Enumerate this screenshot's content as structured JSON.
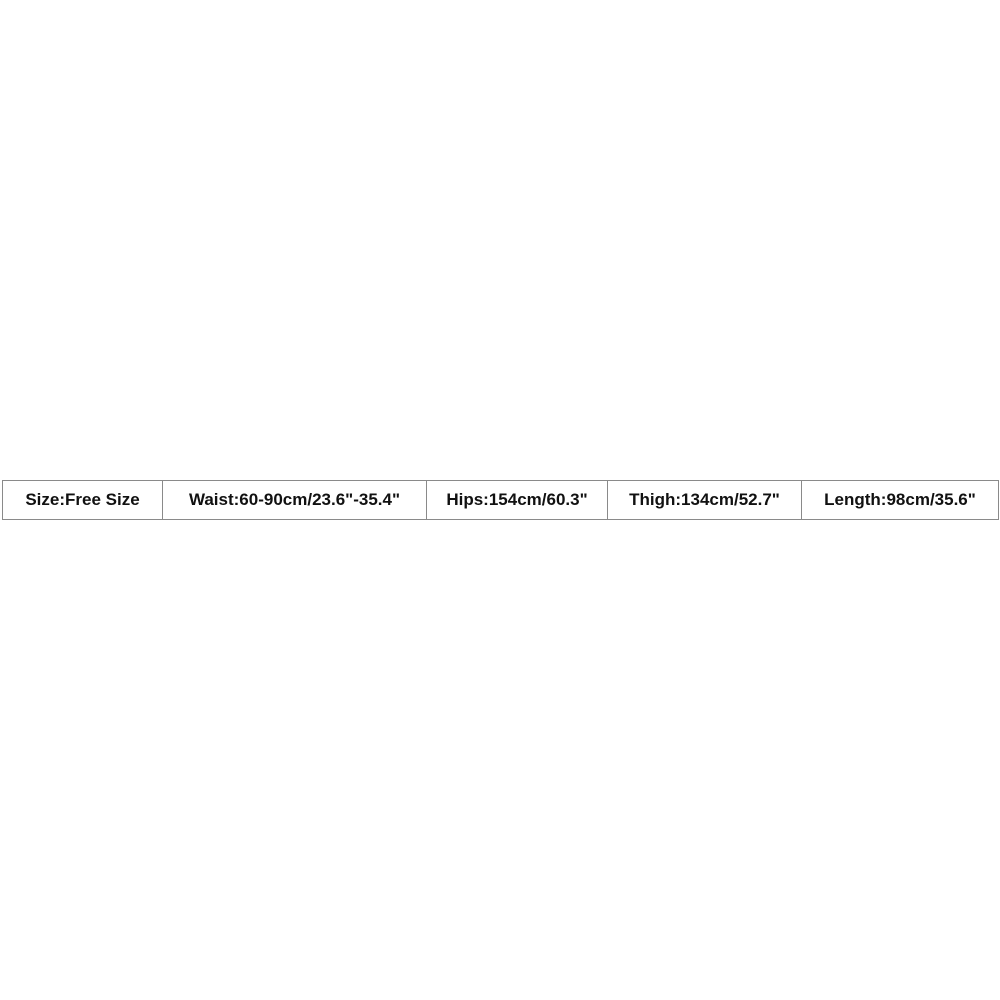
{
  "size_chart": {
    "cells": [
      "Size:Free Size",
      "Waist:60-90cm/23.6\"-35.4\"",
      "Hips:154cm/60.3\"",
      "Thigh:134cm/52.7\"",
      "Length:98cm/35.6\""
    ]
  },
  "colors": {
    "background": "#ffffff",
    "border": "#8a8a8a",
    "text": "#111111"
  }
}
